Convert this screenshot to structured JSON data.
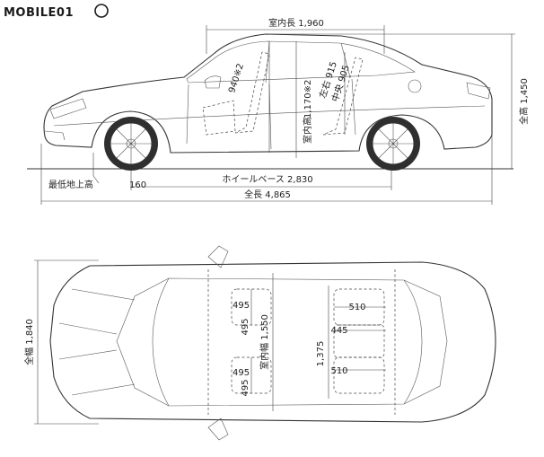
{
  "logo": {
    "text": "MOBILE01"
  },
  "side_view": {
    "interior_length": "室内長 1,960",
    "overall_height": "全高 1,450",
    "ground_clearance": "最低地上高",
    "ground_clearance_value": "160",
    "wheelbase": "ホイールベース 2,830",
    "overall_length": "全長 4,865",
    "front_headroom": "940※2",
    "interior_height": "室内高",
    "interior_height_value": "1,170※2",
    "rear_headroom_lr": "左右 915",
    "rear_headroom_center": "中央 905"
  },
  "top_view": {
    "overall_width": "全幅 1,840",
    "interior_width": "室内幅 1,550",
    "front_seat_width_upper": "495",
    "front_seat_gap_upper": "495",
    "front_seat_width_lower": "495",
    "front_seat_gap_lower": "495",
    "rear_seat_width_upper": "510",
    "rear_seat_width_lower": "510",
    "rear_center_width": "445",
    "rear_shoulder": "1,375"
  }
}
